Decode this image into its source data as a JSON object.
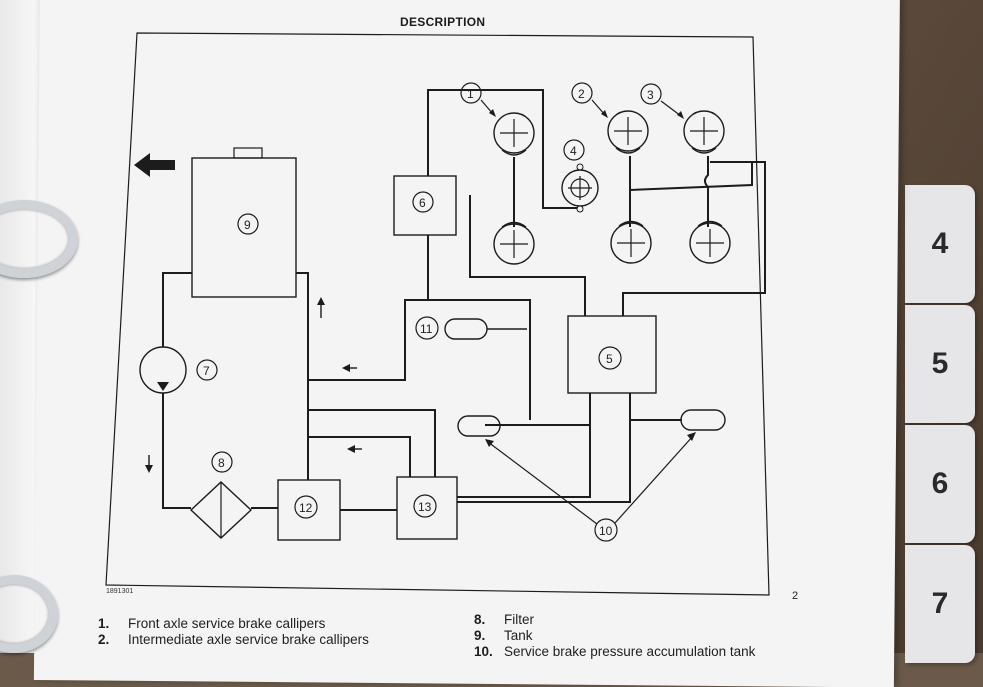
{
  "header": {
    "title": "DESCRIPTION"
  },
  "figure": {
    "id": "1891301",
    "page_number": "2"
  },
  "diagram_labels": {
    "front_left": "1",
    "intermediate": "2",
    "rear": "3",
    "item4": "4",
    "item5": "5",
    "item6": "6",
    "item7": "7",
    "filter": "8",
    "tank": "9",
    "accumulators": "10",
    "item11": "11",
    "item12": "12",
    "item13": "13"
  },
  "legend_left": [
    {
      "num": "1.",
      "text": "Front axle service brake callipers"
    },
    {
      "num": "2.",
      "text": "Intermediate axle service brake callipers"
    }
  ],
  "legend_right": [
    {
      "num": "8.",
      "text": "Filter"
    },
    {
      "num": "9.",
      "text": "Tank"
    },
    {
      "num": "10.",
      "text": "Service brake pressure accumulation tank"
    }
  ],
  "tabs": [
    "4",
    "5",
    "6",
    "7"
  ],
  "colors": {
    "ink": "#1c1c1c",
    "paper": "#f4f4f5",
    "tab": "#e6e6e8"
  }
}
